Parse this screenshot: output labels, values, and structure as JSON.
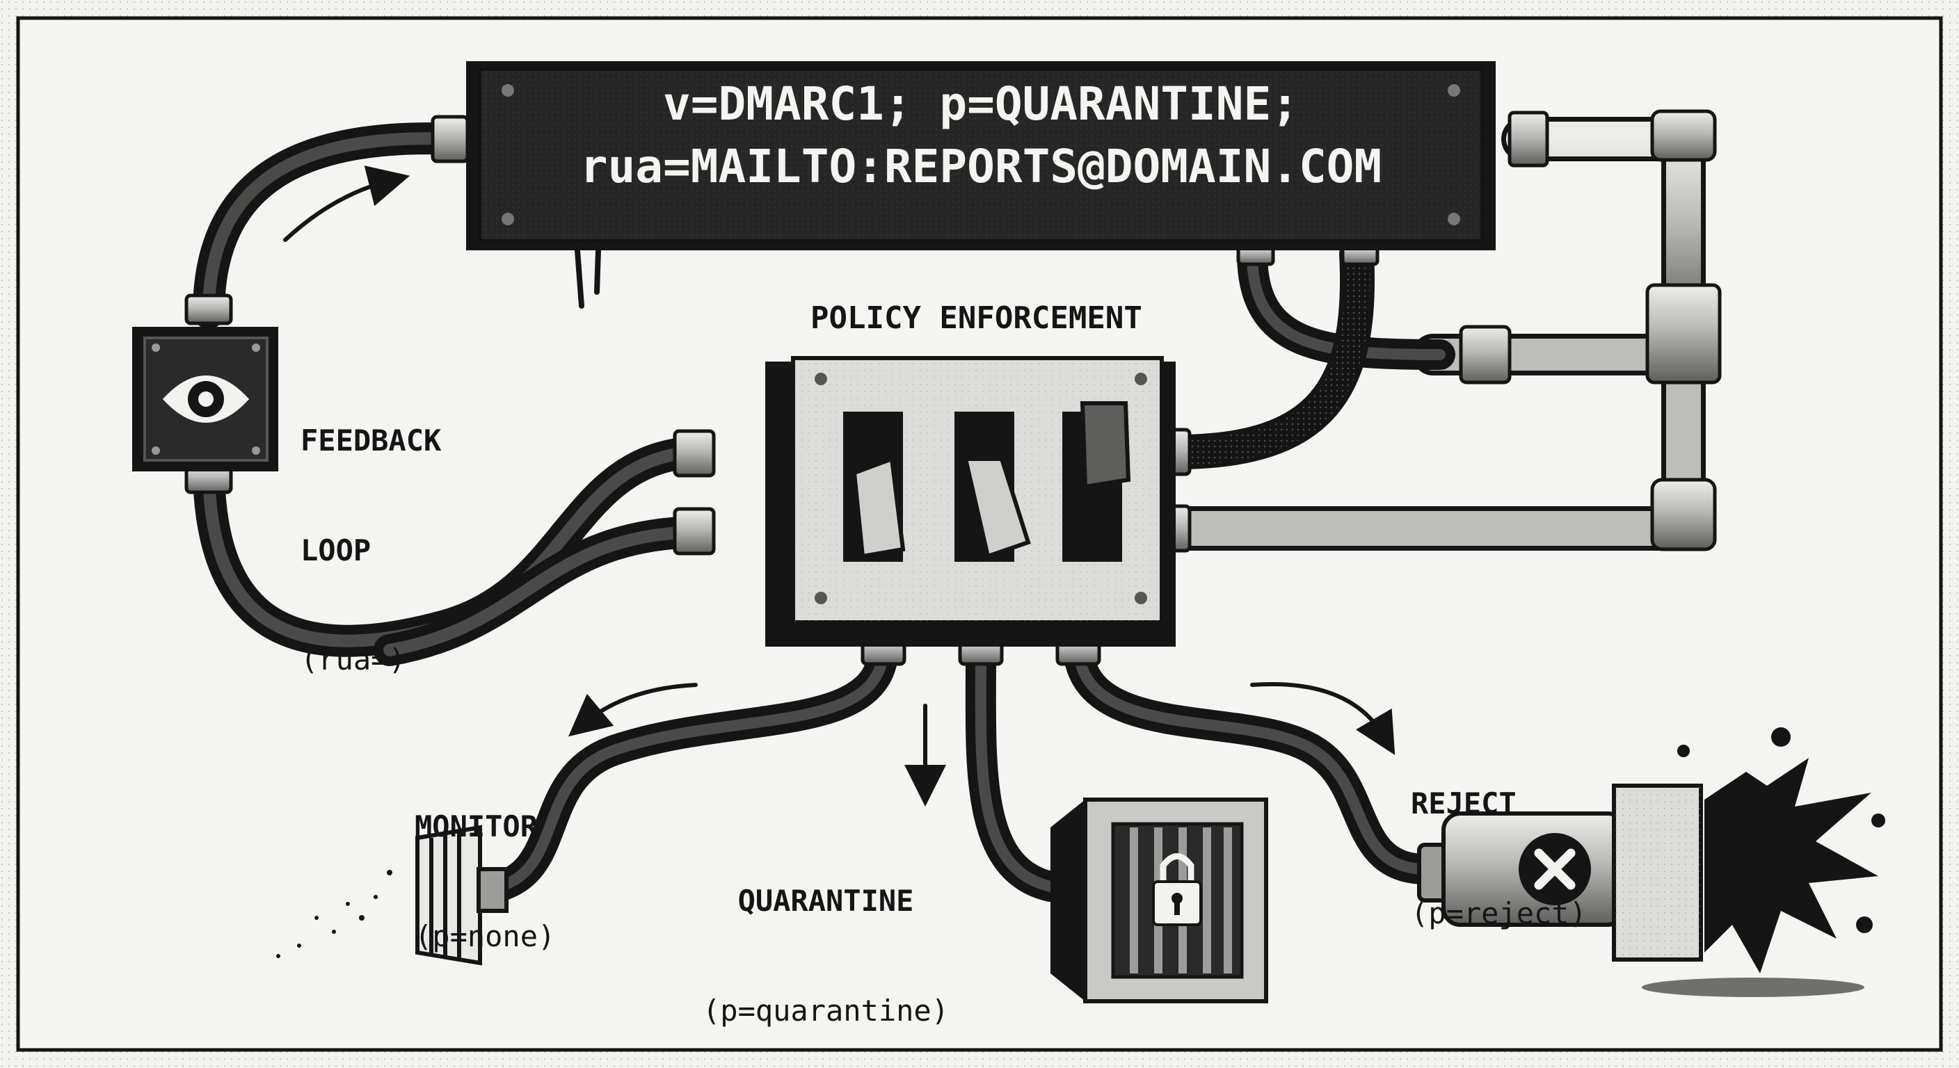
{
  "record": {
    "line1": "v=DMARC1; p=QUARANTINE;",
    "line2": "rua=MAILTO:REPORTS@DOMAIN.COM"
  },
  "labels": {
    "policy": "POLICY ENFORCEMENT",
    "feedback": {
      "line1": "FEEDBACK",
      "line2": "LOOP",
      "line3": "(rua=)"
    },
    "monitor": {
      "title": "MONITOR",
      "sub": "(p=none)"
    },
    "quarantine": {
      "title": "QUARANTINE",
      "sub": "(p=quarantine)"
    },
    "reject": {
      "title": "REJECT",
      "sub": "(p=reject)"
    }
  },
  "icons": [
    "eye-icon",
    "lock-icon",
    "x-icon",
    "splat-icon",
    "filter-grate-icon",
    "switch-icon"
  ],
  "colors": {
    "ink": "#151515",
    "paper": "#f2f2ef",
    "metal": "#9c9c98",
    "panel": "#1e1e1e"
  }
}
